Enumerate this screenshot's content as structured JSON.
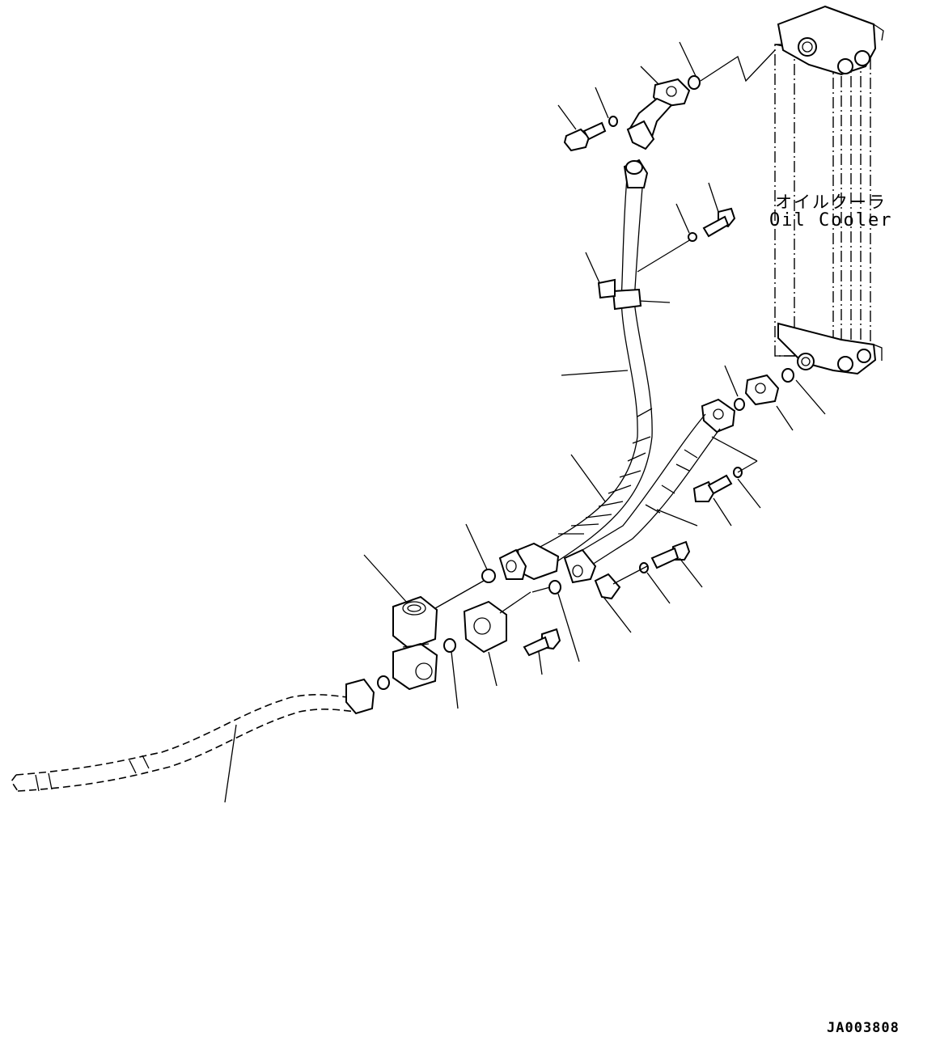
{
  "labels": {
    "oil_cooler_jp": "オイルクーラ",
    "oil_cooler_en": "Oil Cooler",
    "drawing_code": "JA003808"
  },
  "colors": {
    "line": "#000000",
    "background": "#ffffff"
  }
}
